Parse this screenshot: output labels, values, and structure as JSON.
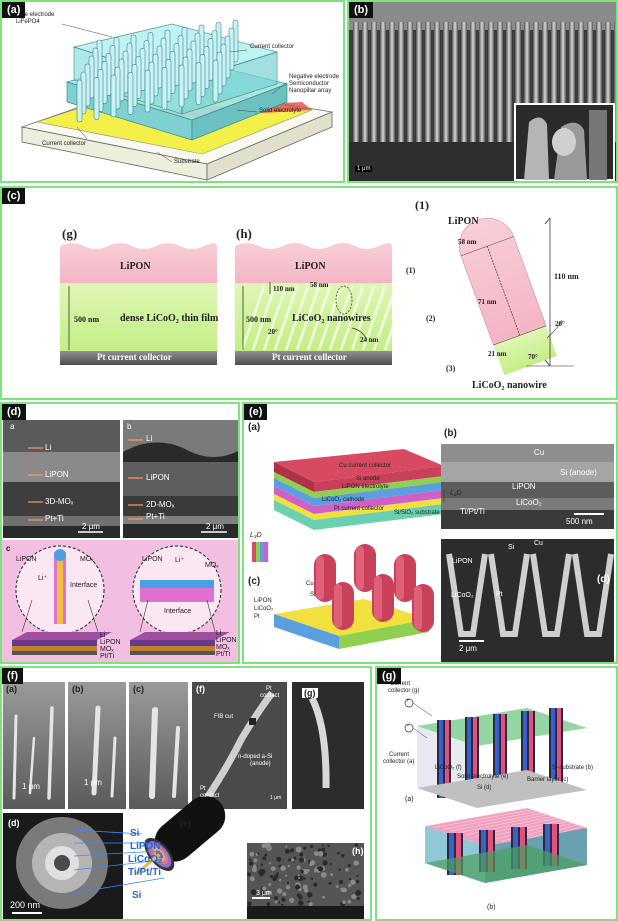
{
  "a": {
    "label": "(a)",
    "pos_electrode": "Positive electrode",
    "lifepo4": "LiFePO4",
    "current_collector": "Current collector",
    "neg_electrode": "Negative electrode",
    "semiconductor": "Semiconductor",
    "nanopillar": "Nanopillar array",
    "solid_electrolyte": "Solid electrolyte",
    "current_collector2": "Current collector",
    "substrate": "Substrate"
  },
  "b": {
    "label": "(b)",
    "scale": "1 μm"
  },
  "c": {
    "label": "(c)",
    "g": "(g)",
    "h": "(h)",
    "i": "(1)",
    "lipon": "LiPON",
    "dense": "dense LiCoO₂ thin film",
    "nanowires": "LiCoO₂ nanowires",
    "pt": "Pt current collector",
    "d500": "500 nm",
    "d110": "110 nm",
    "d58": "58 nm",
    "d24": "24 nm",
    "d20": "20°",
    "r_lipon": "LiPON",
    "r58": "58 nm",
    "r71": "71 nm",
    "r21": "21 nm",
    "r110": "110 nm",
    "r20": "20°",
    "r70": "70°",
    "s1": "(1)",
    "s2": "(2)",
    "s3": "(3)",
    "r_nanowire": "LiCoO₂ nanowire"
  },
  "d": {
    "label": "(d)",
    "sa": "a",
    "sb": "b",
    "sc": "c",
    "li": "Li",
    "lipon": "LiPON",
    "mo3d": "3D-MOₓ",
    "ptti": "Pt+Ti",
    "scale": "2 μm",
    "li2": "Li",
    "lipon2": "LiPON",
    "mo2d": "2D-MOₓ",
    "ptti2": "Pt+Ti",
    "scale2": "2 μm",
    "c_lipon": "LiPON",
    "c_mox": "MOₓ",
    "c_li": "Li⁺",
    "c_interface": "Interface",
    "c_lipon2": "LiPON",
    "c_li2": "Li⁺",
    "c_mox2": "MOₓ",
    "c_interface2": "Interface",
    "s_li": "Li",
    "s_lipon": "LiPON",
    "s_mox": "MOₓ",
    "s_ptti": "Pt/Ti",
    "s_li2": "Li",
    "s_lipon2": "LiPON",
    "s_mox2": "MOₓ",
    "s_ptti2": "Pt/Ti"
  },
  "e": {
    "label": "(e)",
    "a": "(a)",
    "b": "(b)",
    "c": "(c)",
    "d": "(d)",
    "cu_cc": "Cu current collector",
    "si_anode": "Si anode",
    "lipon_el": "LiPON electrolyte",
    "licoo2_cath": "LiCoO₂ cathode",
    "pt_cc": "Pt current collector",
    "substrate": "Si/SiO₂ substrate",
    "l2d": "L₂D",
    "l3d": "L₃D",
    "b_cu": "Cu",
    "b_si": "Si (anode)",
    "b_lipon": "LiPON",
    "b_licoo2": "LiCoO₂",
    "b_tipt": "Ti/Pt/Ti",
    "b_scale": "500 nm",
    "c_cu": "Cu",
    "c_si": "Si",
    "c_lipon": "LiPON",
    "c_licoo2": "LiCoO₂",
    "c_pt": "Pt",
    "d_si": "Si",
    "d_cu": "Cu",
    "d_lipon": "LiPON",
    "d_licoo2": "LiCoO₂",
    "d_pt": "Pt",
    "d_scale": "2 μm"
  },
  "f": {
    "label": "(f)",
    "a": "(a)",
    "b": "(b)",
    "c": "(c)",
    "f": "(f)",
    "g": "(g)",
    "d": "(d)",
    "e": "(e)",
    "h": "(h)",
    "s1": "1 μm",
    "s2": "1 μm",
    "fib": "FIB cut",
    "ptc": "Pt",
    "contact": "contact",
    "asi": "n-doped a-Si",
    "anode": "(anode)",
    "ptc2": "Pt",
    "contact2": "contact",
    "s3": "1 μm",
    "d_si": "Si",
    "d_lipon": "LiPON",
    "d_licoo2": "LiCoO₂",
    "d_tiptti": "Ti/Pt/Ti",
    "d_si2": "Si",
    "d_scale": "200 nm",
    "h_scale": "3 μm"
  },
  "g": {
    "label": "(g)",
    "cc_g": "Current",
    "cc_g2": "collector (g)",
    "cc_a": "Current",
    "cc_a2": "collector (a)",
    "licoo2": "LiCoO₂ (f)",
    "electrolyte": "Solid electrolyte (e)",
    "si_sub": "Si-substrate (b)",
    "barrier": "Barrier layer (c)",
    "si_d": "Si (d)",
    "sa": "(a)",
    "sb": "(b)",
    "plus": "+",
    "minus": "−"
  }
}
